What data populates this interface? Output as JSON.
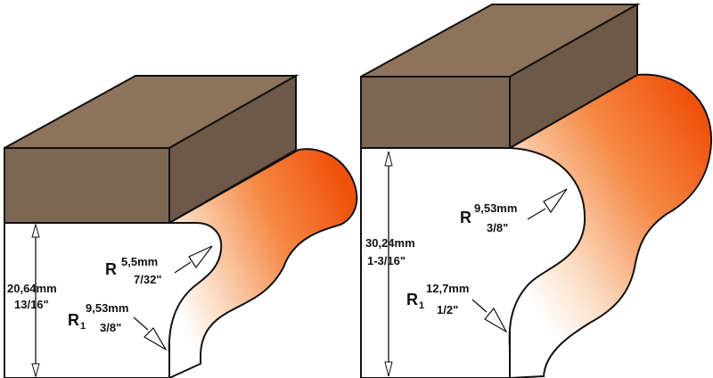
{
  "colors": {
    "wood_top": "#8d735b",
    "wood_front": "#7d6652",
    "wood_side": "#6e5848",
    "orange": "#f15a14",
    "outline": "#111111",
    "background": "#ffffff"
  },
  "left_profile": {
    "height_mm": "20,64mm",
    "height_in": "13/16\"",
    "r_letter": "R",
    "r_mm": "5,5mm",
    "r_in": "7/32\"",
    "r1_letter": "R",
    "r1_sub": "1",
    "r1_mm": "9,53mm",
    "r1_in": "3/8\""
  },
  "right_profile": {
    "height_mm": "30,24mm",
    "height_in": "1-3/16\"",
    "r_letter": "R",
    "r_mm": "9,53mm",
    "r_in": "3/8\"",
    "r1_letter": "R",
    "r1_sub": "1",
    "r1_mm": "12,7mm",
    "r1_in": "1/2\""
  }
}
